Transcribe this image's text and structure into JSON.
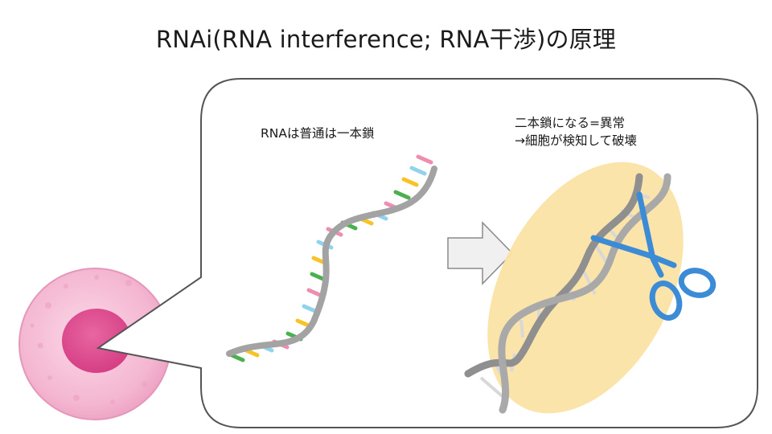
{
  "title": "RNAi(RNA interference; RNA干渉)の原理",
  "single_strand": {
    "label": "RNAは普通は一本鎖"
  },
  "double_strand": {
    "label_line1": "二本鎖になる=異常",
    "label_line2": "→細胞が検知して破壊"
  },
  "icons": {
    "cell": "cell-icon",
    "single_rna": "single-strand-rna-icon",
    "arrow": "right-arrow-icon",
    "double_rna": "double-strand-rna-icon",
    "scissors": "scissors-icon"
  },
  "colors": {
    "cell_outer": "#f6bfd7",
    "cell_nucleus": "#e0508f",
    "highlight": "#fbe3a4",
    "scissors": "#3c8bd6",
    "backbone": "#9c9c9c",
    "base_colors": [
      "#4caf50",
      "#f7c325",
      "#8fd3ef",
      "#ef8db0"
    ]
  }
}
